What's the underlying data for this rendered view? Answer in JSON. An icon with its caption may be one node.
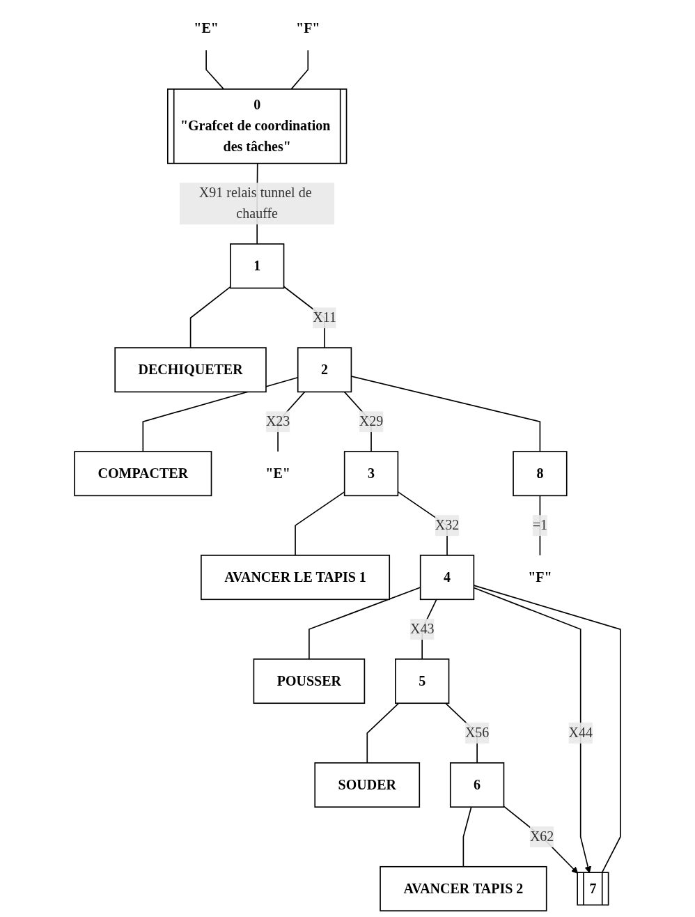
{
  "diagram": {
    "nodes": [
      {
        "text": [
          "\"E\""
        ]
      },
      {
        "text": [
          "\"F\""
        ]
      },
      {
        "text": [
          "0"
        ],
        "beside": [
          "\"Grafcet de coordination des tâches\""
        ]
      },
      {
        "text": [
          "1"
        ]
      },
      {
        "text": [
          "DECHIQUETER"
        ]
      },
      {
        "text": [
          "2"
        ]
      },
      {
        "text": [
          "COMPACTER"
        ]
      },
      {
        "text": [
          "\"E\""
        ]
      },
      {
        "text": [
          "7"
        ]
      },
      {
        "text": [
          "3"
        ]
      },
      {
        "text": [
          "AVANCER LE TAPIS 1"
        ]
      },
      {
        "text": [
          "8"
        ]
      },
      {
        "text": [
          "\"F\""
        ]
      },
      {
        "text": [
          "4"
        ]
      },
      {
        "text": [
          "POUSSER"
        ]
      },
      {
        "text": [
          "5"
        ]
      },
      {
        "text": [
          "SOUDER"
        ]
      },
      {
        "text": [
          "6"
        ]
      },
      {
        "text": [
          "AVANCER TAPIS 2"
        ]
      }
    ],
    "edges": [
      {
        "from": 0,
        "to": 2,
        "arrow": "none"
      },
      {
        "from": 1,
        "to": 2,
        "arrow": "none"
      },
      {
        "from": 2,
        "to": 3,
        "arrow": "none",
        "label": "X91 relais tunnel de chauffe"
      },
      {
        "from": 3,
        "to": 4,
        "arrow": "none"
      },
      {
        "from": 3,
        "to": 5,
        "arrow": "none",
        "label": "X11"
      },
      {
        "from": 5,
        "to": 6,
        "arrow": "none"
      },
      {
        "from": 5,
        "to": 7,
        "arrow": "none",
        "label": "X23"
      },
      {
        "from": 5,
        "to": 9,
        "arrow": "none",
        "label": "X29"
      },
      {
        "from": 5,
        "to": 11,
        "arrow": "none"
      },
      {
        "from": 9,
        "to": 10,
        "arrow": "none"
      },
      {
        "from": 11,
        "to": 12,
        "arrow": "none",
        "label": "=1"
      },
      {
        "from": 8,
        "to": 13,
        "arrow": "none"
      },
      {
        "from": 9,
        "to": 13,
        "arrow": "none",
        "label": "X32"
      },
      {
        "from": 13,
        "to": 14,
        "arrow": "none"
      },
      {
        "from": 13,
        "to": 15,
        "arrow": "none",
        "label": "X43"
      },
      {
        "from": 13,
        "to": 8,
        "arrow": "to",
        "label": "X44"
      },
      {
        "from": 15,
        "to": 16,
        "arrow": "none"
      },
      {
        "from": 15,
        "to": 17,
        "arrow": "none",
        "label": "X56"
      },
      {
        "from": 17,
        "to": 18,
        "arrow": "none"
      },
      {
        "from": 17,
        "to": 8,
        "arrow": "to",
        "label": "X62"
      }
    ]
  }
}
